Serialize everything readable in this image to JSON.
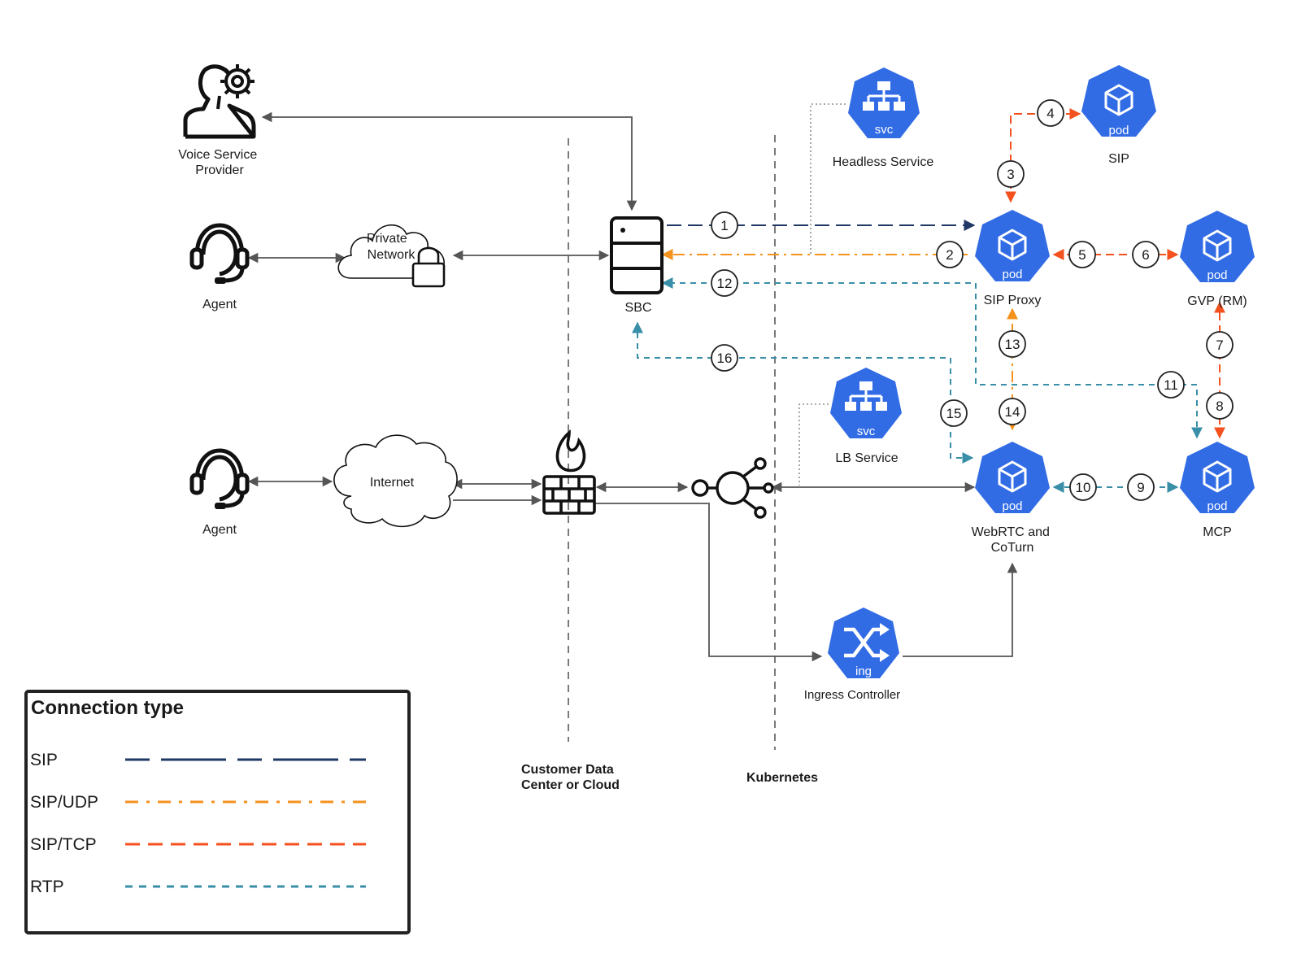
{
  "colors": {
    "sip": "#1f3864",
    "sip_udp": "#f5921e",
    "sip_tcp": "#f4511e",
    "rtp": "#3a8fa8",
    "k8s": "#326ce5",
    "gray": "#555555"
  },
  "nodes": {
    "voice_provider": "Voice Service\nProvider",
    "agent_private": "Agent",
    "private_network": "Private\nNetwork",
    "agent_internet": "Agent",
    "internet": "Internet",
    "sbc": "SBC",
    "headless_service": "Headless Service",
    "headless_badge": "svc",
    "sip_pod": "SIP",
    "sip_pod_badge": "pod",
    "sip_proxy": "SIP Proxy",
    "sip_proxy_badge": "pod",
    "gvp": "GVP (RM)",
    "gvp_badge": "pod",
    "lb_service": "LB Service",
    "lb_badge": "svc",
    "webrtc": "WebRTC and\nCoTurn",
    "webrtc_badge": "pod",
    "mcp": "MCP",
    "mcp_badge": "pod",
    "ingress": "Ingress Controller",
    "ingress_badge": "ing"
  },
  "boundaries": {
    "customer": "Customer Data\nCenter or Cloud",
    "kubernetes": "Kubernetes"
  },
  "steps": [
    "1",
    "2",
    "3",
    "4",
    "5",
    "6",
    "7",
    "8",
    "9",
    "10",
    "11",
    "12",
    "13",
    "14",
    "15",
    "16"
  ],
  "legend": {
    "title": "Connection type",
    "items": [
      {
        "label": "SIP",
        "color": "#1f3864"
      },
      {
        "label": "SIP/UDP",
        "color": "#f5921e"
      },
      {
        "label": "SIP/TCP",
        "color": "#f4511e"
      },
      {
        "label": "RTP",
        "color": "#3a8fa8"
      }
    ]
  }
}
